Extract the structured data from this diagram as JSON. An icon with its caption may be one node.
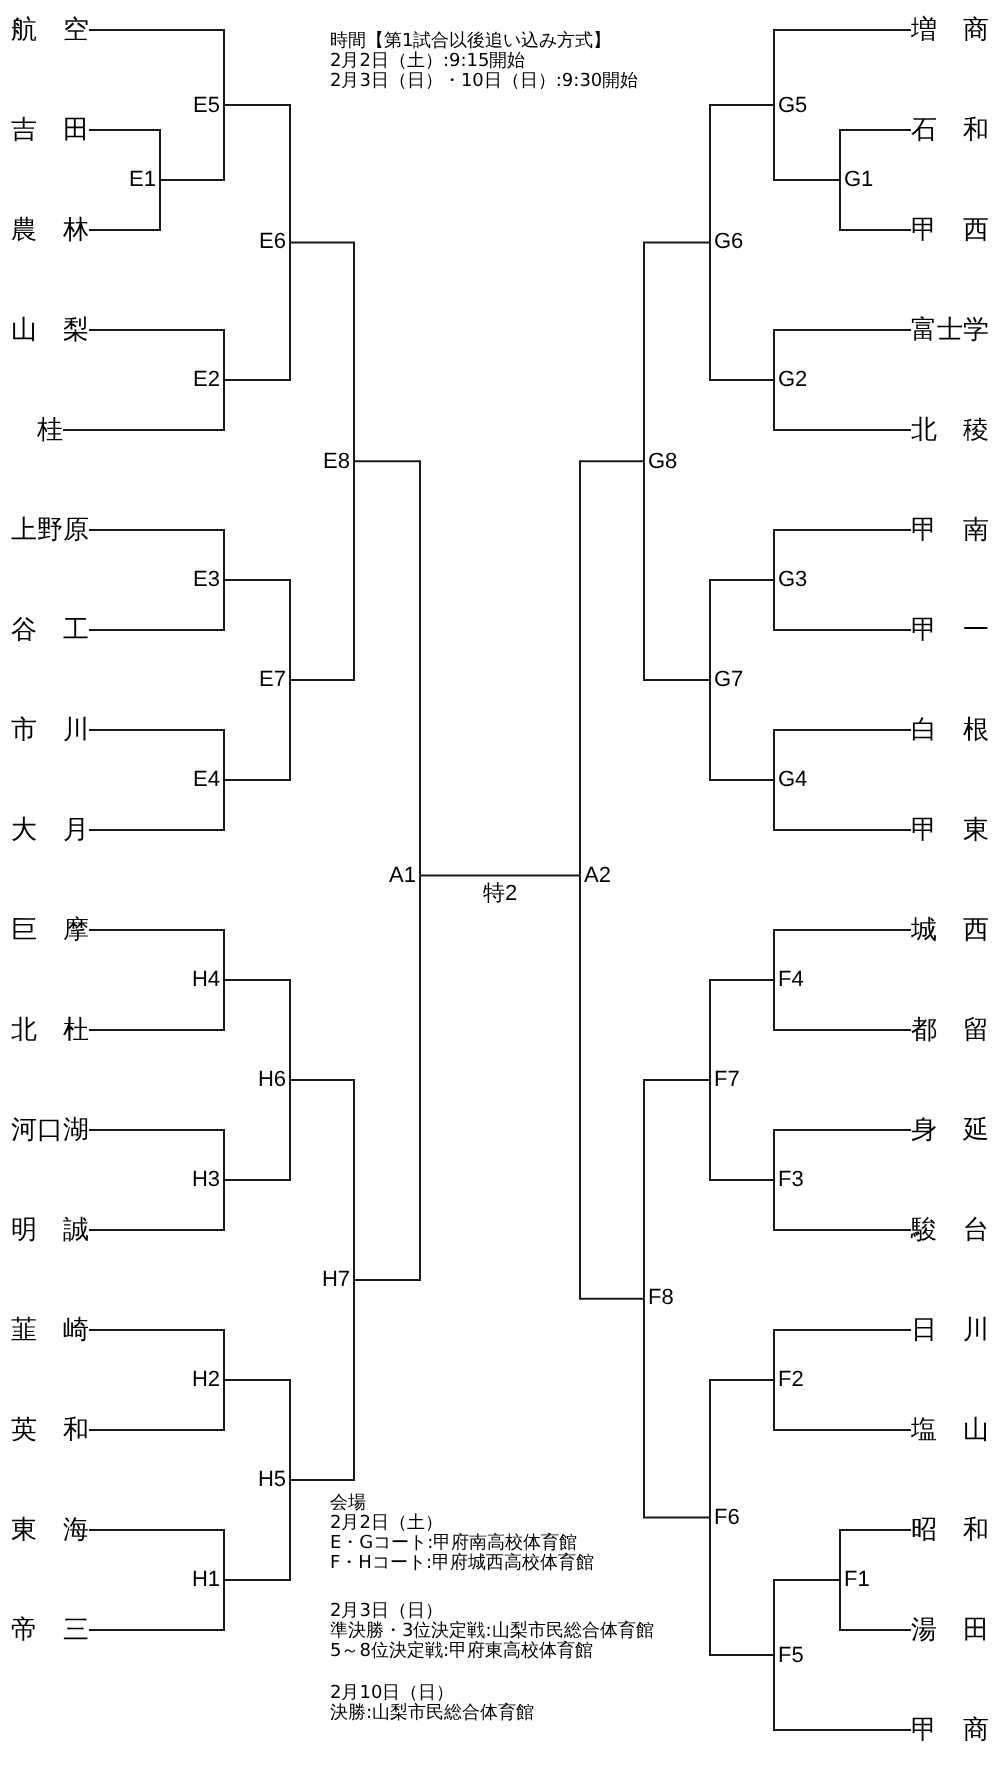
{
  "diagram": {
    "nodes": [
      {
        "text": [
          "航　空"
        ]
      },
      {
        "text": [
          "吉　田"
        ]
      },
      {
        "text": [
          "農　林"
        ]
      },
      {
        "text": [
          "山　梨"
        ]
      },
      {
        "text": [
          "桂"
        ]
      },
      {
        "text": [
          "上野原"
        ]
      },
      {
        "text": [
          "谷　工"
        ]
      },
      {
        "text": [
          "市　川"
        ]
      },
      {
        "text": [
          "大　月"
        ]
      },
      {
        "text": [
          "巨　摩"
        ]
      },
      {
        "text": [
          "北　杜"
        ]
      },
      {
        "text": [
          "河口湖"
        ]
      },
      {
        "text": [
          "明　誠"
        ]
      },
      {
        "text": [
          "韮　崎"
        ]
      },
      {
        "text": [
          "英　和"
        ]
      },
      {
        "text": [
          "東　海"
        ]
      },
      {
        "text": [
          "帝　三"
        ]
      },
      {
        "text": [
          "E5"
        ]
      },
      {
        "text": [
          "E1"
        ]
      },
      {
        "text": [
          "E6"
        ]
      },
      {
        "text": [
          "E2"
        ]
      },
      {
        "text": [
          "E8"
        ]
      },
      {
        "text": [
          "E3"
        ]
      },
      {
        "text": [
          "E7"
        ]
      },
      {
        "text": [
          "E4"
        ]
      },
      {
        "text": [
          "A1"
        ]
      },
      {
        "text": [
          "H4"
        ]
      },
      {
        "text": [
          "H6"
        ]
      },
      {
        "text": [
          "H3"
        ]
      },
      {
        "text": [
          "H7"
        ]
      },
      {
        "text": [
          "H2"
        ]
      },
      {
        "text": [
          "H5"
        ]
      },
      {
        "text": [
          "H1"
        ]
      },
      {
        "text": [
          "A2"
        ]
      },
      {
        "text": [
          "G5"
        ]
      },
      {
        "text": [
          "G1"
        ]
      },
      {
        "text": [
          "G6"
        ]
      },
      {
        "text": [
          "G2"
        ]
      },
      {
        "text": [
          "G8"
        ]
      },
      {
        "text": [
          "G3"
        ]
      },
      {
        "text": [
          "G7"
        ]
      },
      {
        "text": [
          "G4"
        ]
      },
      {
        "text": [
          "F4"
        ]
      },
      {
        "text": [
          "F7"
        ]
      },
      {
        "text": [
          "F3"
        ]
      },
      {
        "text": [
          "F8"
        ]
      },
      {
        "text": [
          "F2"
        ]
      },
      {
        "text": [
          "F6"
        ]
      },
      {
        "text": [
          "F1"
        ]
      },
      {
        "text": [
          "F5"
        ]
      },
      {
        "text": [
          "増　商"
        ]
      },
      {
        "text": [
          "石　和"
        ]
      },
      {
        "text": [
          "甲　西"
        ]
      },
      {
        "text": [
          "富士学"
        ]
      },
      {
        "text": [
          "北　稜"
        ]
      },
      {
        "text": [
          "甲　南"
        ]
      },
      {
        "text": [
          "甲　一"
        ]
      },
      {
        "text": [
          "白　根"
        ]
      },
      {
        "text": [
          "甲　東"
        ]
      },
      {
        "text": [
          "城　西"
        ]
      },
      {
        "text": [
          "都　留"
        ]
      },
      {
        "text": [
          "身　延"
        ]
      },
      {
        "text": [
          "駿　台"
        ]
      },
      {
        "text": [
          "日　川"
        ]
      },
      {
        "text": [
          "塩　山"
        ]
      },
      {
        "text": [
          "昭　和"
        ]
      },
      {
        "text": [
          "湯　田"
        ]
      },
      {
        "text": [
          "甲　商"
        ]
      }
    ],
    "edges": [
      {
        "from": 0,
        "to": 17,
        "arrow": "none"
      },
      {
        "from": 1,
        "to": 18,
        "arrow": "none"
      },
      {
        "from": 2,
        "to": 18,
        "arrow": "none"
      },
      {
        "from": 18,
        "to": 17,
        "arrow": "none"
      },
      {
        "from": 17,
        "to": 19,
        "arrow": "none"
      },
      {
        "from": 3,
        "to": 20,
        "arrow": "none"
      },
      {
        "from": 4,
        "to": 20,
        "arrow": "none"
      },
      {
        "from": 20,
        "to": 19,
        "arrow": "none"
      },
      {
        "from": 19,
        "to": 21,
        "arrow": "none"
      },
      {
        "from": 5,
        "to": 22,
        "arrow": "none"
      },
      {
        "from": 6,
        "to": 22,
        "arrow": "none"
      },
      {
        "from": 22,
        "to": 23,
        "arrow": "none"
      },
      {
        "from": 7,
        "to": 24,
        "arrow": "none"
      },
      {
        "from": 8,
        "to": 24,
        "arrow": "none"
      },
      {
        "from": 24,
        "to": 23,
        "arrow": "none"
      },
      {
        "from": 23,
        "to": 21,
        "arrow": "none"
      },
      {
        "from": 21,
        "to": 25,
        "arrow": "none"
      },
      {
        "from": 9,
        "to": 26,
        "arrow": "none"
      },
      {
        "from": 10,
        "to": 26,
        "arrow": "none"
      },
      {
        "from": 26,
        "to": 27,
        "arrow": "none"
      },
      {
        "from": 11,
        "to": 28,
        "arrow": "none"
      },
      {
        "from": 12,
        "to": 28,
        "arrow": "none"
      },
      {
        "from": 28,
        "to": 27,
        "arrow": "none"
      },
      {
        "from": 27,
        "to": 29,
        "arrow": "none"
      },
      {
        "from": 13,
        "to": 30,
        "arrow": "none"
      },
      {
        "from": 14,
        "to": 30,
        "arrow": "none"
      },
      {
        "from": 30,
        "to": 31,
        "arrow": "none"
      },
      {
        "from": 15,
        "to": 32,
        "arrow": "none"
      },
      {
        "from": 16,
        "to": 32,
        "arrow": "none"
      },
      {
        "from": 32,
        "to": 31,
        "arrow": "none"
      },
      {
        "from": 31,
        "to": 29,
        "arrow": "none"
      },
      {
        "from": 29,
        "to": 25,
        "arrow": "none"
      },
      {
        "from": 25,
        "to": 33,
        "arrow": "none",
        "label": "特2"
      },
      {
        "from": 33,
        "to": 38,
        "arrow": "none"
      },
      {
        "from": 38,
        "to": 36,
        "arrow": "none"
      },
      {
        "from": 36,
        "to": 34,
        "arrow": "none"
      },
      {
        "from": 34,
        "to": 50,
        "arrow": "none"
      },
      {
        "from": 34,
        "to": 35,
        "arrow": "none"
      },
      {
        "from": 35,
        "to": 51,
        "arrow": "none"
      },
      {
        "from": 35,
        "to": 52,
        "arrow": "none"
      },
      {
        "from": 36,
        "to": 37,
        "arrow": "none"
      },
      {
        "from": 37,
        "to": 53,
        "arrow": "none"
      },
      {
        "from": 37,
        "to": 54,
        "arrow": "none"
      },
      {
        "from": 38,
        "to": 40,
        "arrow": "none"
      },
      {
        "from": 40,
        "to": 39,
        "arrow": "none"
      },
      {
        "from": 39,
        "to": 55,
        "arrow": "none"
      },
      {
        "from": 39,
        "to": 56,
        "arrow": "none"
      },
      {
        "from": 40,
        "to": 41,
        "arrow": "none"
      },
      {
        "from": 41,
        "to": 57,
        "arrow": "none"
      },
      {
        "from": 41,
        "to": 58,
        "arrow": "none"
      },
      {
        "from": 33,
        "to": 45,
        "arrow": "none"
      },
      {
        "from": 45,
        "to": 43,
        "arrow": "none"
      },
      {
        "from": 43,
        "to": 42,
        "arrow": "none"
      },
      {
        "from": 42,
        "to": 59,
        "arrow": "none"
      },
      {
        "from": 42,
        "to": 60,
        "arrow": "none"
      },
      {
        "from": 43,
        "to": 44,
        "arrow": "none"
      },
      {
        "from": 44,
        "to": 61,
        "arrow": "none"
      },
      {
        "from": 44,
        "to": 62,
        "arrow": "none"
      },
      {
        "from": 45,
        "to": 47,
        "arrow": "none"
      },
      {
        "from": 47,
        "to": 46,
        "arrow": "none"
      },
      {
        "from": 46,
        "to": 63,
        "arrow": "none"
      },
      {
        "from": 46,
        "to": 64,
        "arrow": "none"
      },
      {
        "from": 47,
        "to": 49,
        "arrow": "none"
      },
      {
        "from": 49,
        "to": 48,
        "arrow": "none"
      },
      {
        "from": 48,
        "to": 65,
        "arrow": "none"
      },
      {
        "from": 48,
        "to": 66,
        "arrow": "none"
      },
      {
        "from": 49,
        "to": 67,
        "arrow": "none"
      }
    ],
    "labels": [
      "時間【第1試合以後追い込み方式】",
      "2月2日（土）:9:15開始",
      "2月3日（日）・10日（日）:9:30開始",
      "会場",
      "2月2日（土）",
      "E・Gコート:甲府南高校体育館",
      "F・Hコート:甲府城西高校体育館",
      "2月3日（日）",
      "準決勝・3位決定戦:山梨市民総合体育館",
      "5～8位決定戦:甲府東高校体育館",
      "2月10日（日）",
      "決勝:山梨市民総合体育館"
    ]
  }
}
